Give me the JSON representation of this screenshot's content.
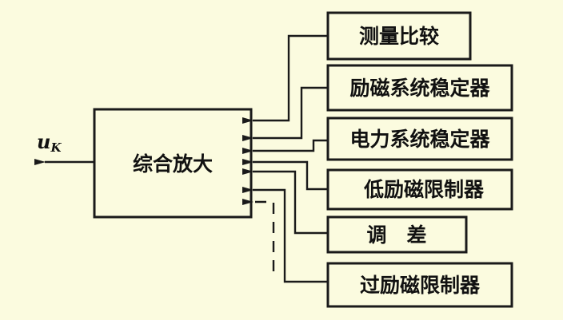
{
  "main_block": "综合放大",
  "output_label": "u",
  "output_subscript": "K",
  "inputs": [
    {
      "label": "测量比较"
    },
    {
      "label": "励磁系统稳定器"
    },
    {
      "label": "电力系统稳定器"
    },
    {
      "label": "低励磁限制器"
    },
    {
      "label": "调　差"
    },
    {
      "label": "过励磁限制器"
    }
  ]
}
